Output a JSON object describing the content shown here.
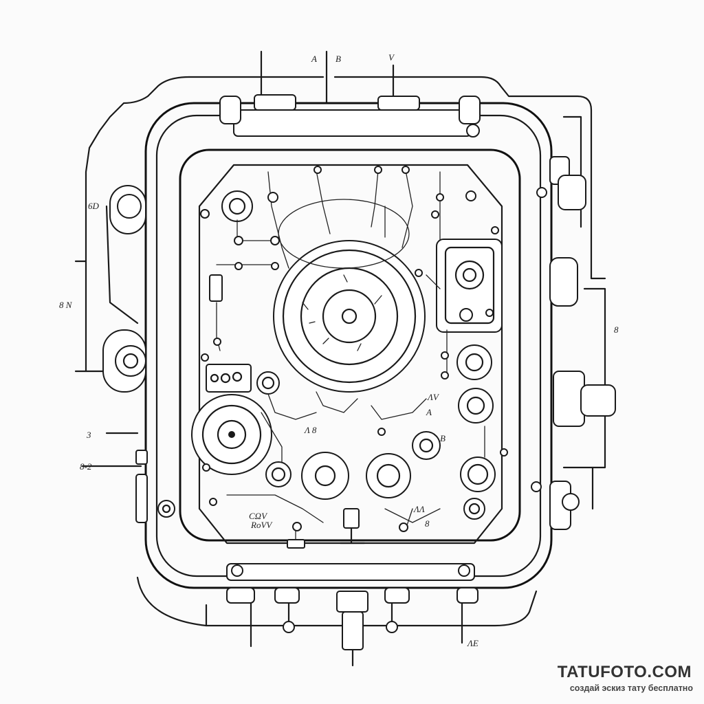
{
  "labels": {
    "top_1": "A",
    "top_2": "B",
    "top_3": "V",
    "left_1": "6D",
    "left_2": "8 N",
    "left_3": "3",
    "left_4": "8-2",
    "right_1": "8",
    "inner_1": "ΛV",
    "inner_2": "A",
    "inner_3": "Λ 8",
    "inner_4": "B",
    "inner_5": "СΩV",
    "inner_6": "RoVV",
    "inner_7": "ΛΛ",
    "inner_8": "8",
    "bottom_1": "ΛЕ"
  },
  "watermark": {
    "title": "TATUFOTO.COM",
    "subtitle": "создай эскиз тату бесплатно"
  }
}
